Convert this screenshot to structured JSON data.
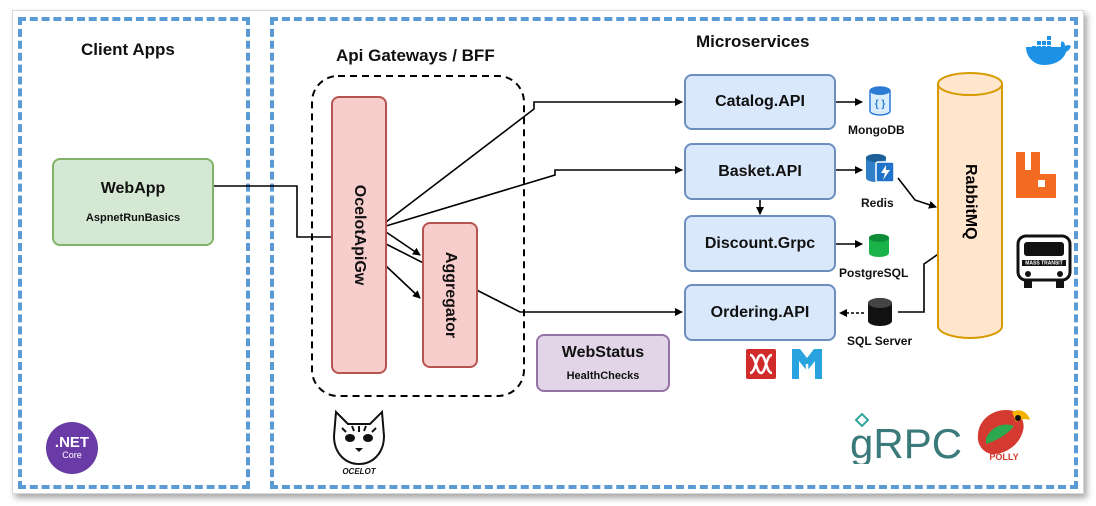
{
  "sections": {
    "client_apps": "Client Apps",
    "api_gateways": "Api Gateways / BFF",
    "microservices": "Microservices"
  },
  "nodes": {
    "webapp": {
      "title": "WebApp",
      "subtitle": "AspnetRunBasics"
    },
    "ocelot": "OcelotApiGw",
    "aggregator": "Aggregator",
    "webstatus": {
      "title": "WebStatus",
      "subtitle": "HealthChecks"
    },
    "catalog": "Catalog.API",
    "basket": "Basket.API",
    "discount": "Discount.Grpc",
    "ordering": "Ordering.API",
    "rabbitmq": "RabbitMQ"
  },
  "databases": {
    "mongodb": "MongoDB",
    "redis": "Redis",
    "postgresql": "PostgreSQL",
    "sqlserver": "SQL Server"
  },
  "logos": {
    "dotnet": {
      "line1": ".NET",
      "line2": "Core"
    },
    "grpc": "gRPC",
    "polly": "POLLY",
    "ocelot": "OCELOT",
    "masstransit": "MASS TRANSIT"
  },
  "colors": {
    "section_border": "#5b9bd5",
    "service_fill": "#dae8fc",
    "gateway_fill": "#f8cecc",
    "webapp_fill": "#d5e8d4",
    "webstatus_fill": "#e1d5e7",
    "rabbitmq_fill": "#ffe6cc"
  }
}
